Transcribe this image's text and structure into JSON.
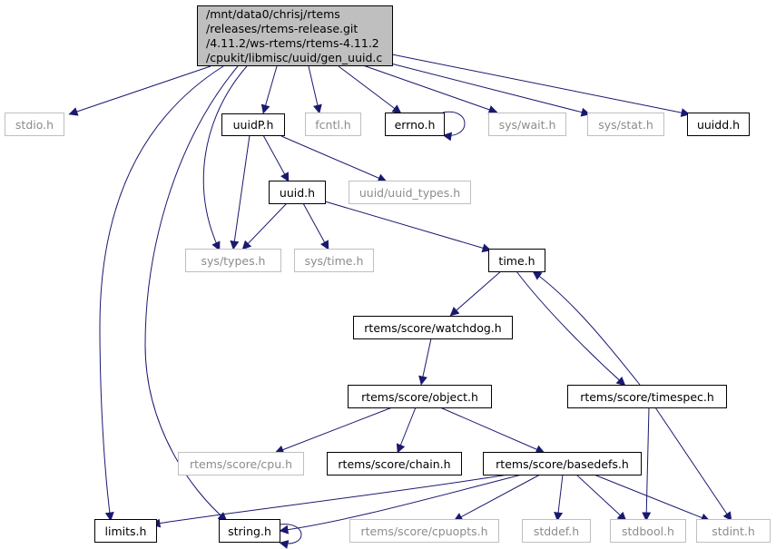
{
  "root": {
    "lines": [
      "/mnt/data0/chrisj/rtems",
      "/releases/rtems-release.git",
      "/4.11.2/ws-rtems/rtems-4.11.2",
      "/cpukit/libmisc/uuid/gen_uuid.c"
    ]
  },
  "nodes": {
    "stdio": "stdio.h",
    "uuidP": "uuidP.h",
    "fcntl": "fcntl.h",
    "errno": "errno.h",
    "syswait": "sys/wait.h",
    "sysstat": "sys/stat.h",
    "uuidd": "uuidd.h",
    "uuid": "uuid.h",
    "uuid_types": "uuid/uuid_types.h",
    "systypes": "sys/types.h",
    "systime": "sys/time.h",
    "time": "time.h",
    "watchdog": "rtems/score/watchdog.h",
    "object": "rtems/score/object.h",
    "timespec": "rtems/score/timespec.h",
    "cpu": "rtems/score/cpu.h",
    "chain": "rtems/score/chain.h",
    "basedefs": "rtems/score/basedefs.h",
    "limits": "limits.h",
    "string": "string.h",
    "cpuopts": "rtems/score/cpuopts.h",
    "stddef": "stddef.h",
    "stdbool": "stdbool.h",
    "stdint": "stdint.h"
  },
  "colors": {
    "edge": "#191970",
    "node_border": "#000000",
    "missing_border": "#bfbfbf",
    "missing_text": "#8c8c8c",
    "root_fill": "#bfbfbf"
  }
}
